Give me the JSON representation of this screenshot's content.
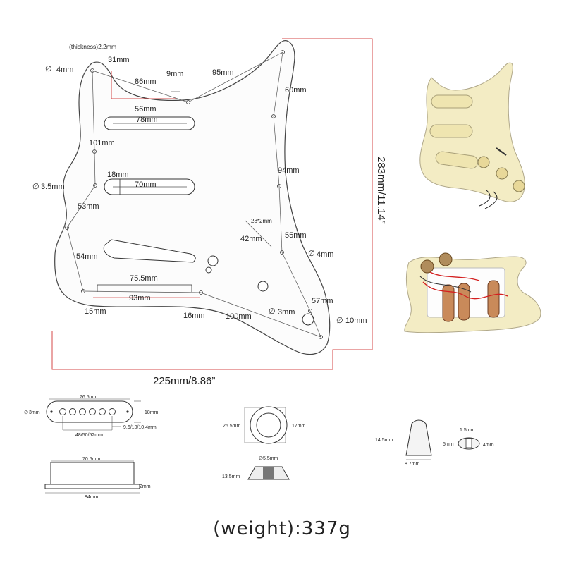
{
  "main_diagram": {
    "thickness": "(thickness)2.2mm",
    "hole_top": "4mm",
    "d31": "31mm",
    "d86": "86mm",
    "d9": "9mm",
    "d95": "95mm",
    "d60": "60mm",
    "d56": "56mm",
    "d78": "78mm",
    "d101": "101mm",
    "d94": "94mm",
    "d18": "18mm",
    "d70": "70mm",
    "hole_left": "3.5mm",
    "d53": "53mm",
    "d28x2": "28*2mm",
    "d55": "55mm",
    "d42": "42mm",
    "d54": "54mm",
    "hole_mid": "4mm",
    "d75_5": "75.5mm",
    "d93": "93mm",
    "d57": "57mm",
    "hole_jack": "3mm",
    "hole_jack_big": "10mm",
    "d15": "15mm",
    "d16": "16mm",
    "d100": "100mm",
    "height": "283mm/11.14”",
    "width": "225mm/8.86”"
  },
  "pickup_diagram": {
    "length": "76.5mm",
    "hole": "3mm",
    "height": "18mm",
    "pole_spacing": "48/50/52mm",
    "pole_dia": "9.6/10/10.4mm",
    "cover_top": "70.5mm",
    "cover_base": "84mm",
    "cover_thick": "2mm"
  },
  "knob_diagram": {
    "outer": "26.5mm",
    "inner": "17mm",
    "shaft": "5.5mm",
    "height": "13.5mm"
  },
  "switch_tip_diagram": {
    "height": "14.5mm",
    "width": "8.7mm",
    "slot": "1.5mm",
    "left": "5mm",
    "right": "4mm"
  },
  "weight": "(weight):337g",
  "colors": {
    "cream": "#f3ecc4",
    "border_red": "#d44a4a",
    "line": "#555555"
  }
}
